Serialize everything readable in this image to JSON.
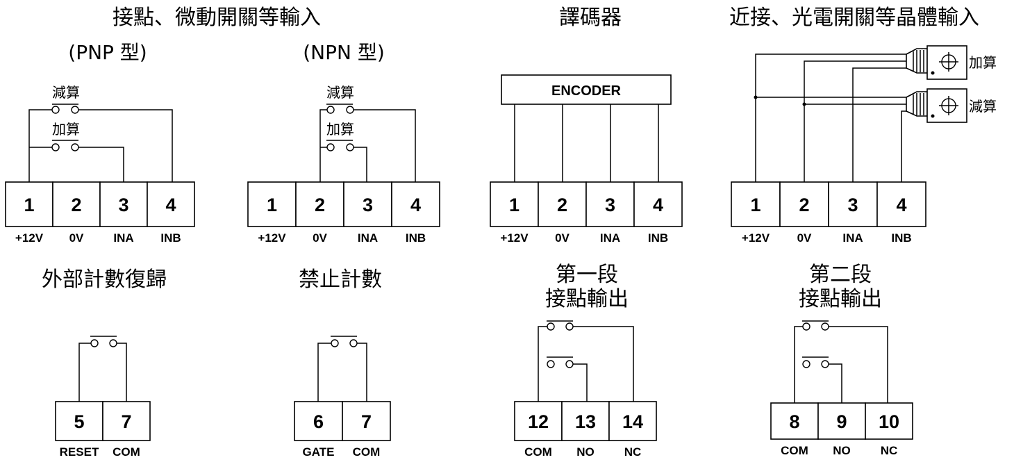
{
  "titles": {
    "contact_input": "接點、微動開關等輸入",
    "pnp": "(PNP 型)",
    "npn": "(NPN 型)",
    "encoder": "譯碼器",
    "transistor_input": "近接、光電開關等晶體輸入",
    "reset": "外部計數復歸",
    "gate": "禁止計數",
    "stage1_line1": "第一段",
    "stage1_line2": "接點輸出",
    "stage2_line1": "第二段",
    "stage2_line2": "接點輸出"
  },
  "switch_labels": {
    "subtract": "減算",
    "add": "加算"
  },
  "encoder_label": "ENCODER",
  "input_terminals": {
    "numbers": [
      "1",
      "2",
      "3",
      "4"
    ],
    "labels": [
      "+12V",
      "0V",
      "INA",
      "INB"
    ]
  },
  "reset_terminals": {
    "numbers": [
      "5",
      "7"
    ],
    "labels": [
      "RESET",
      "COM"
    ]
  },
  "gate_terminals": {
    "numbers": [
      "6",
      "7"
    ],
    "labels": [
      "GATE",
      "COM"
    ]
  },
  "stage1_terminals": {
    "numbers": [
      "12",
      "13",
      "14"
    ],
    "labels": [
      "COM",
      "NO",
      "NC"
    ]
  },
  "stage2_terminals": {
    "numbers": [
      "8",
      "9",
      "10"
    ],
    "labels": [
      "COM",
      "NO",
      "NC"
    ]
  }
}
